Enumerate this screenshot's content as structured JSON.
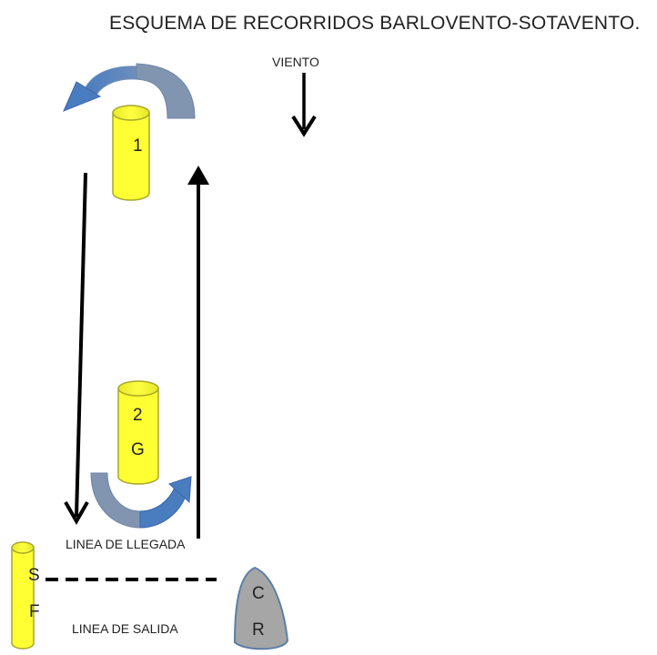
{
  "title": "ESQUEMA DE RECORRIDOS BARLOVENTO-SOTAVENTO.",
  "wind_label": "VIENTO",
  "buoys": {
    "mark1": {
      "text": "1"
    },
    "mark2": {
      "text_top": "2",
      "text_bottom": "G"
    },
    "start_mark": {
      "text_top": "S",
      "text_bottom": "F"
    },
    "committee_boat": {
      "text_top": "C",
      "text_bottom": "R"
    }
  },
  "finish_line_label": "LINEA DE LLEGADA",
  "start_line_label": "LINEA DE SALIDA",
  "colors": {
    "buoy_fill": "#ffff33",
    "buoy_stroke": "#a6a62b",
    "rounding_arrow": "#4f81bd",
    "rounding_arrow_dark": "#7f96b3",
    "boat_fill": "#a6a6a6",
    "boat_stroke": "#5b7fa6",
    "line": "#000000"
  }
}
